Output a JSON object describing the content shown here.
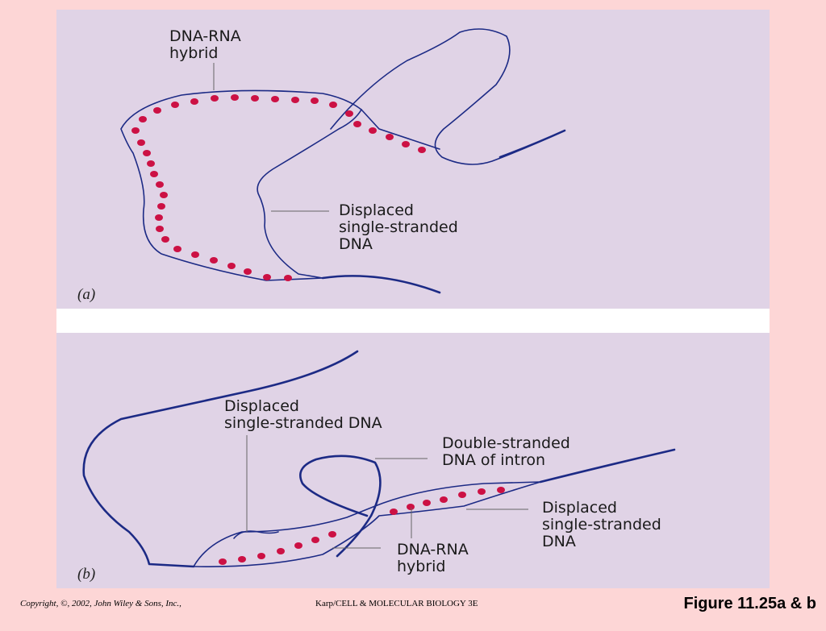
{
  "panel_a": {
    "label": "(a)",
    "hybrid_label": "DNA-RNA\nhybrid",
    "displaced_label": "Displaced\nsingle-stranded\nDNA"
  },
  "panel_b": {
    "label": "(b)",
    "displaced_top_label": "Displaced\nsingle-stranded DNA",
    "intron_label": "Double-stranded\nDNA of intron",
    "displaced_right_label": "Displaced\nsingle-stranded\nDNA",
    "hybrid_label": "DNA-RNA\nhybrid"
  },
  "colors": {
    "background": "#fdd6d6",
    "panel": "#e0d3e6",
    "dna_strand": "#1c2a85",
    "rna_dot": "#cc1144"
  },
  "footer": {
    "copyright": "Copyright, ©, 2002, John Wiley & Sons, Inc.,",
    "book": "Karp/CELL & MOLECULAR BIOLOGY 3E",
    "figure": "Figure 11.25a & b"
  }
}
